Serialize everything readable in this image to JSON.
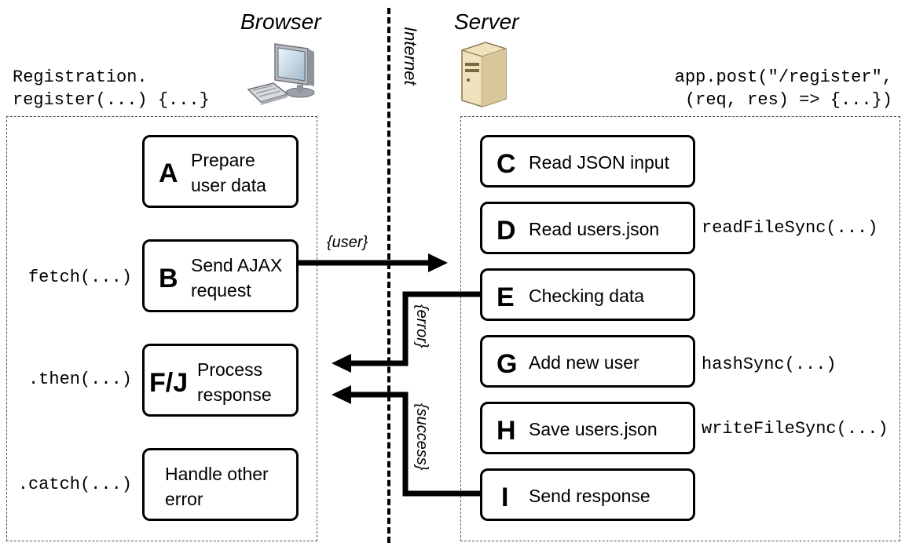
{
  "columns": {
    "browser_title": "Browser",
    "server_title": "Server",
    "internet_label": "Internet"
  },
  "browser": {
    "function_sig_line1": "Registration.",
    "function_sig_line2": "register(...) {...}",
    "steps": [
      {
        "letter": "A",
        "label": "Prepare\nuser data",
        "code": ""
      },
      {
        "letter": "B",
        "label": "Send AJAX\nrequest",
        "code": "fetch(...)"
      },
      {
        "letter": "F/J",
        "label": "Process\nresponse",
        "code": ".then(...)"
      },
      {
        "letter": "",
        "label": "Handle other\nerror",
        "code": ".catch(...)"
      }
    ]
  },
  "server": {
    "route_sig_line1": "app.post(\"/register\",",
    "route_sig_line2": "(req, res) => {...})",
    "steps": [
      {
        "letter": "C",
        "label": "Read JSON input",
        "code": ""
      },
      {
        "letter": "D",
        "label": "Read users.json",
        "code": "readFileSync(...)"
      },
      {
        "letter": "E",
        "label": "Checking data",
        "code": ""
      },
      {
        "letter": "G",
        "label": "Add new user",
        "code": "hashSync(...)"
      },
      {
        "letter": "H",
        "label": "Save users.json",
        "code": "writeFileSync(...)"
      },
      {
        "letter": "I",
        "label": "Send response",
        "code": ""
      }
    ]
  },
  "flows": {
    "request_label": "{user}",
    "error_label": "{error}",
    "success_label": "{success}"
  },
  "icons": [
    "desktop-computer-icon",
    "server-tower-icon"
  ]
}
